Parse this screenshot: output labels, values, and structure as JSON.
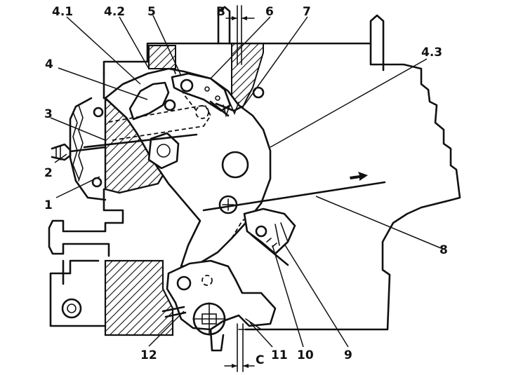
{
  "callouts": {
    "c4_1": "4.1",
    "c4_2": "4.2",
    "c5": "5",
    "cB": "B",
    "c6": "6",
    "c7": "7",
    "c4_3": "4.3",
    "c4": "4",
    "c3": "3",
    "c2": "2",
    "c1": "1",
    "c8": "8",
    "c12": "12",
    "c11": "11",
    "c10": "10",
    "c9": "9",
    "cC": "C"
  },
  "colors": {
    "ink": "#111111",
    "background": "#ffffff"
  },
  "icons": {
    "flow": "arrow-right-icon"
  }
}
